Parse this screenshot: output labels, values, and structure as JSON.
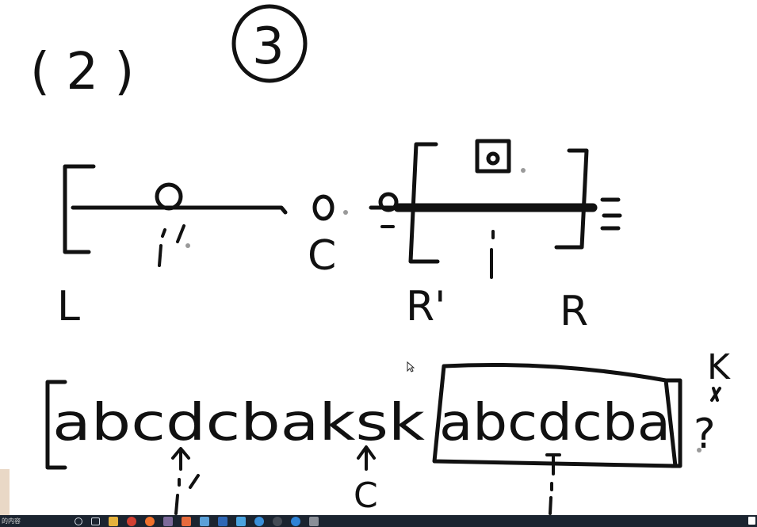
{
  "labels": {
    "part": "( 2 )",
    "case": "3",
    "L": "L",
    "C": "C",
    "Lprime": "R'",
    "Rbig": "R",
    "i_top": "i'",
    "i_right": "i",
    "sequence": "abcdcbaksk",
    "window": "abcdcba",
    "i_prime_bottom": "i'",
    "C_bottom": "C",
    "i_bottom": "i",
    "K": "K",
    "question": "?"
  },
  "taskbar": {
    "search_text": "的内容"
  },
  "colors": {
    "ink": "#111111",
    "board": "#ffffff",
    "taskbar": "#1b2430"
  },
  "icons": [
    "start-icon",
    "task-view-icon",
    "file-explorer-icon",
    "chrome-icon",
    "firefox-icon",
    "app-icon",
    "pen-icon",
    "files-icon",
    "word-icon",
    "mail-icon",
    "browser-icon",
    "github-icon",
    "edge-icon",
    "tool-icon"
  ]
}
